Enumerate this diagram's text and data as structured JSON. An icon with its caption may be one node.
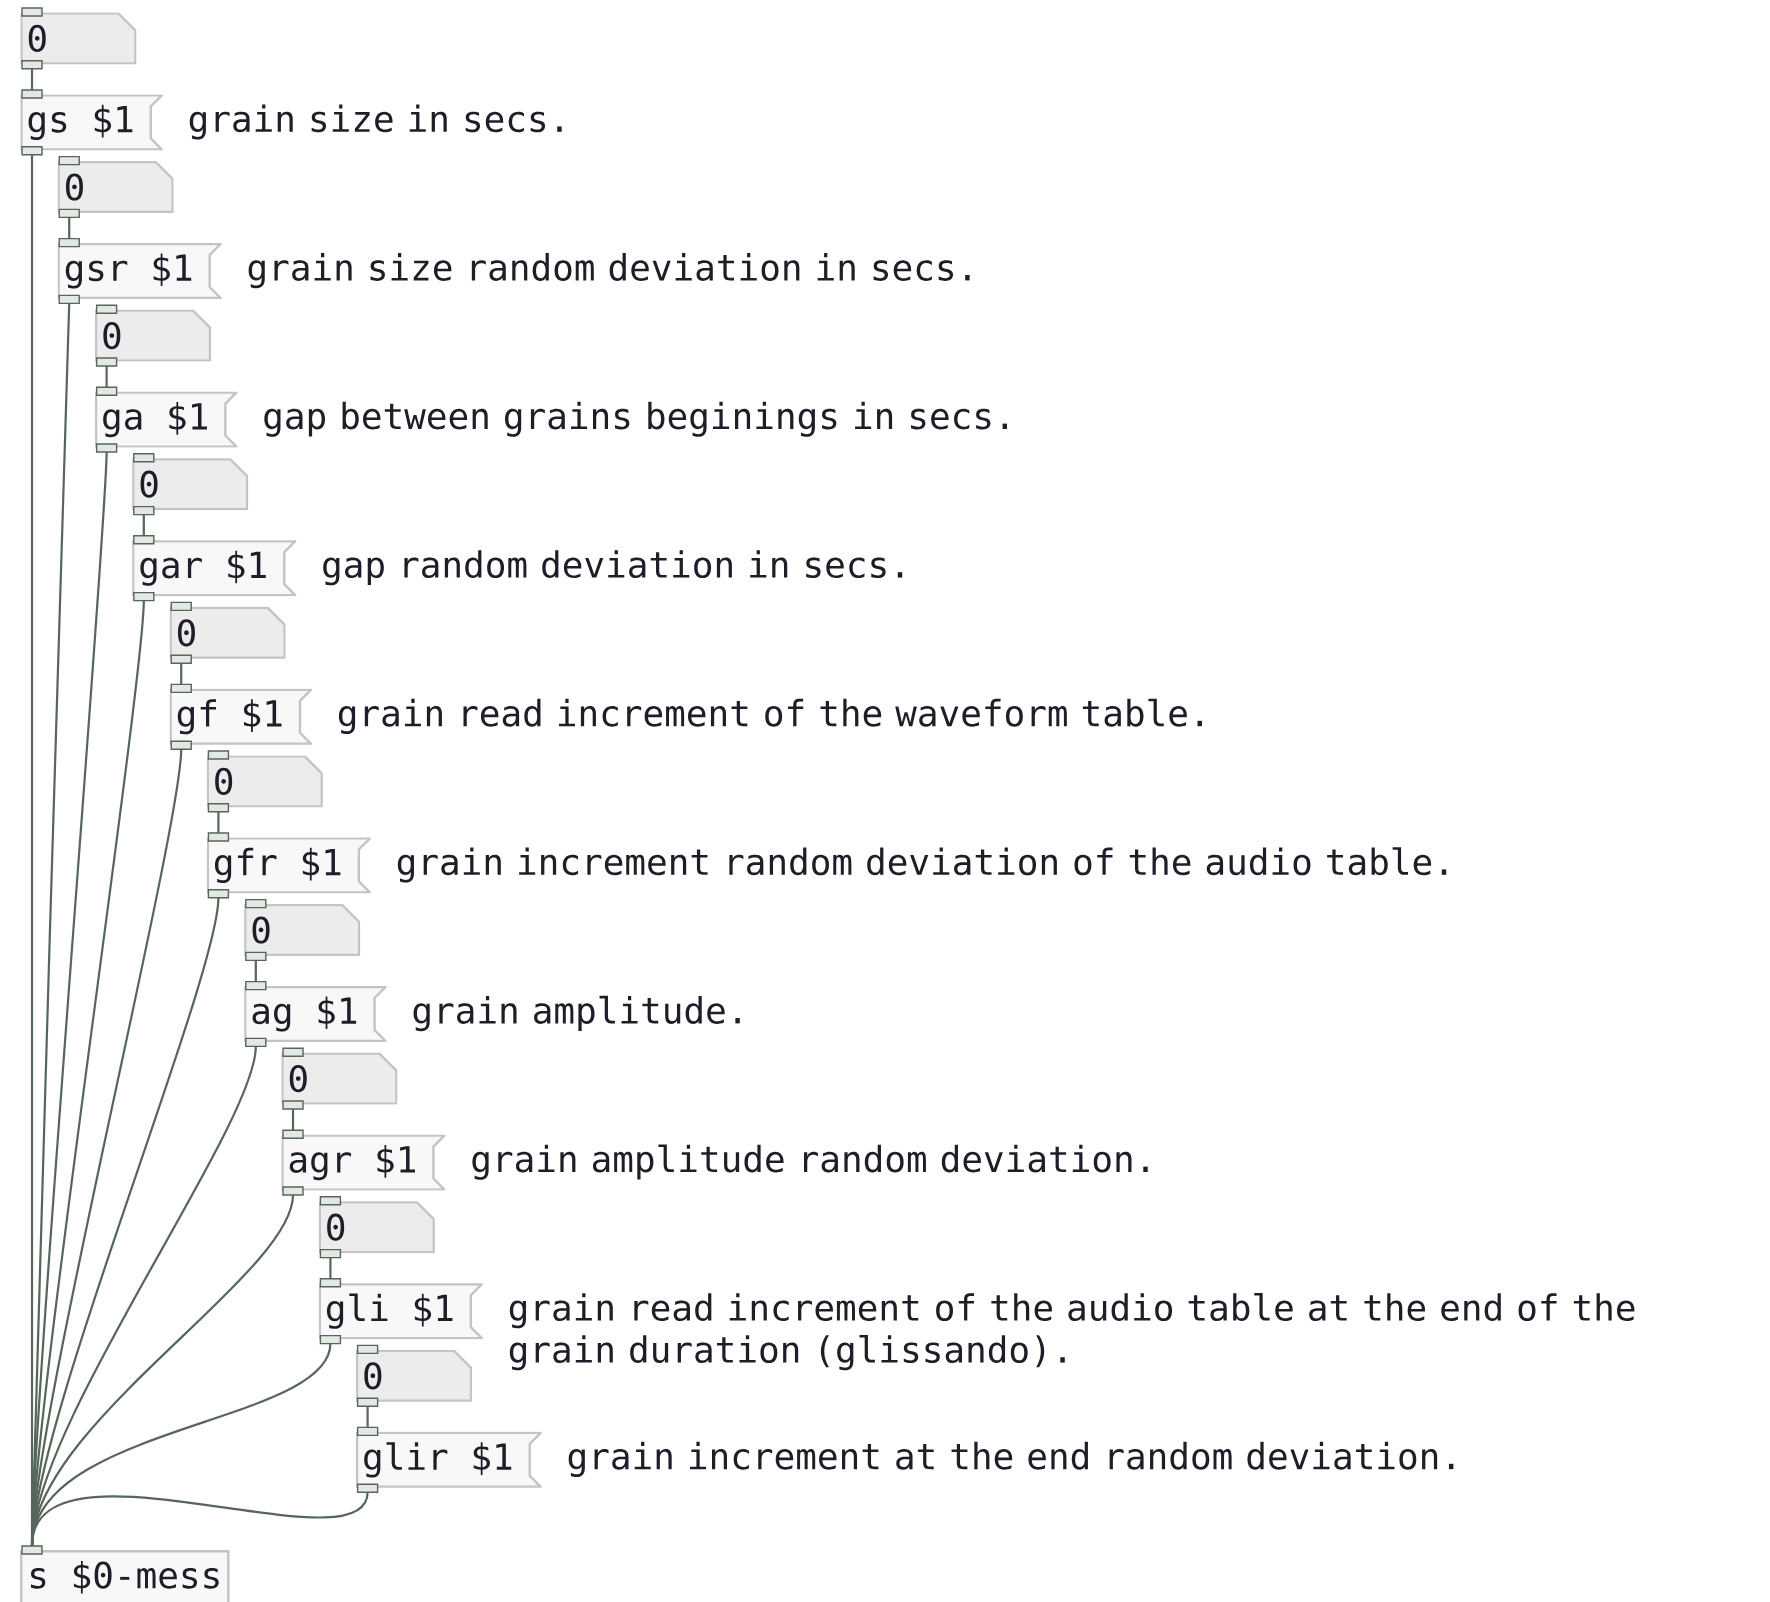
{
  "diagram": {
    "nodes": [
      {
        "text": [
          "0"
        ]
      },
      {
        "text": [
          "gs $1"
        ],
        "beside": [
          "grain size in secs."
        ]
      },
      {
        "text": [
          "0"
        ]
      },
      {
        "text": [
          "gsr $1"
        ],
        "beside": [
          "grain size random deviation in secs."
        ]
      },
      {
        "text": [
          "0"
        ]
      },
      {
        "text": [
          "ga $1"
        ],
        "beside": [
          "gap between grains beginings in secs."
        ]
      },
      {
        "text": [
          "0"
        ]
      },
      {
        "text": [
          "gar $1"
        ],
        "beside": [
          "gap random deviation in secs."
        ]
      },
      {
        "text": [
          "0"
        ]
      },
      {
        "text": [
          "gf $1"
        ],
        "beside": [
          "grain read increment of the waveform table."
        ]
      },
      {
        "text": [
          "0"
        ]
      },
      {
        "text": [
          "gfr $1"
        ],
        "beside": [
          "grain increment random deviation of the audio table."
        ]
      },
      {
        "text": [
          "0"
        ]
      },
      {
        "text": [
          "ag $1"
        ],
        "beside": [
          "grain amplitude."
        ]
      },
      {
        "text": [
          "0"
        ]
      },
      {
        "text": [
          "agr $1"
        ],
        "beside": [
          "grain amplitude random deviation."
        ]
      },
      {
        "text": [
          "0"
        ]
      },
      {
        "text": [
          "gli $1"
        ],
        "beside": [
          "grain read increment of the audio table at the end of the grain duration (glissando)."
        ]
      },
      {
        "text": [
          "0"
        ]
      },
      {
        "text": [
          "glir $1"
        ],
        "beside": [
          "grain increment at the end random deviation."
        ]
      },
      {
        "text": [
          "s $0-mess"
        ]
      }
    ],
    "edges": [
      {
        "from": 0,
        "to": 1,
        "arrow": "none"
      },
      {
        "from": 2,
        "to": 3,
        "arrow": "none"
      },
      {
        "from": 4,
        "to": 5,
        "arrow": "none"
      },
      {
        "from": 6,
        "to": 7,
        "arrow": "none"
      },
      {
        "from": 8,
        "to": 9,
        "arrow": "none"
      },
      {
        "from": 10,
        "to": 11,
        "arrow": "none"
      },
      {
        "from": 12,
        "to": 13,
        "arrow": "none"
      },
      {
        "from": 14,
        "to": 15,
        "arrow": "none"
      },
      {
        "from": 16,
        "to": 17,
        "arrow": "none"
      },
      {
        "from": 18,
        "to": 19,
        "arrow": "none"
      },
      {
        "from": 1,
        "to": 20,
        "arrow": "none"
      },
      {
        "from": 3,
        "to": 20,
        "arrow": "none"
      },
      {
        "from": 5,
        "to": 20,
        "arrow": "none"
      },
      {
        "from": 7,
        "to": 20,
        "arrow": "none"
      },
      {
        "from": 9,
        "to": 20,
        "arrow": "none"
      },
      {
        "from": 11,
        "to": 20,
        "arrow": "none"
      },
      {
        "from": 13,
        "to": 20,
        "arrow": "none"
      },
      {
        "from": 15,
        "to": 20,
        "arrow": "none"
      },
      {
        "from": 17,
        "to": 20,
        "arrow": "none"
      },
      {
        "from": 19,
        "to": 20,
        "arrow": "none"
      }
    ]
  }
}
